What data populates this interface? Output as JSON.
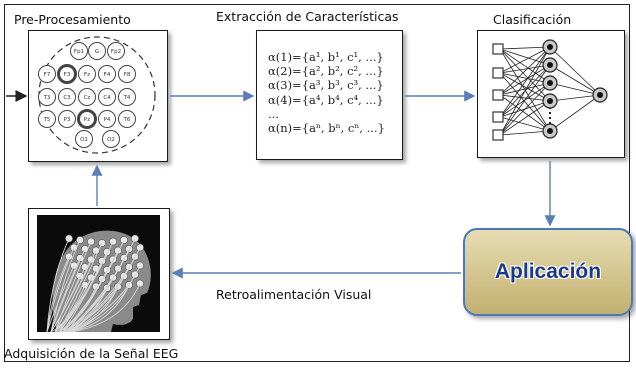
{
  "labels": {
    "preprocesamiento": "Pre-Procesamiento",
    "extraccion": "Extracción de Características",
    "clasificacion": "Clasificación",
    "adquisicion": "Adquisición de la Señal EEG",
    "retroalimentacion": "Retroalimentación Visual",
    "aplicacion": "Aplicación"
  },
  "features": [
    "α(1)={a¹, b¹, c¹, ...}",
    "α(2)={a², b², c², ...}",
    "α(3)={a³, b³, c³, ...}",
    "α(4)={a⁴, b⁴, c⁴, ...}",
    "...",
    "α(n)={aⁿ, bⁿ, cⁿ, ...}"
  ],
  "electrodes": [
    "Fp1",
    "G",
    "Fp2",
    "F7",
    "F3",
    "Fz",
    "F4",
    "F8",
    "T3",
    "C3",
    "Cz",
    "C4",
    "T4",
    "T5",
    "P3",
    "Pz",
    "P4",
    "T6",
    "O1",
    "O2"
  ],
  "colors": {
    "arrow": "#5b7fb5",
    "app_border": "#4a7ab5",
    "app_text": "#1b3a8a",
    "app_fill": "#d3c48d"
  }
}
